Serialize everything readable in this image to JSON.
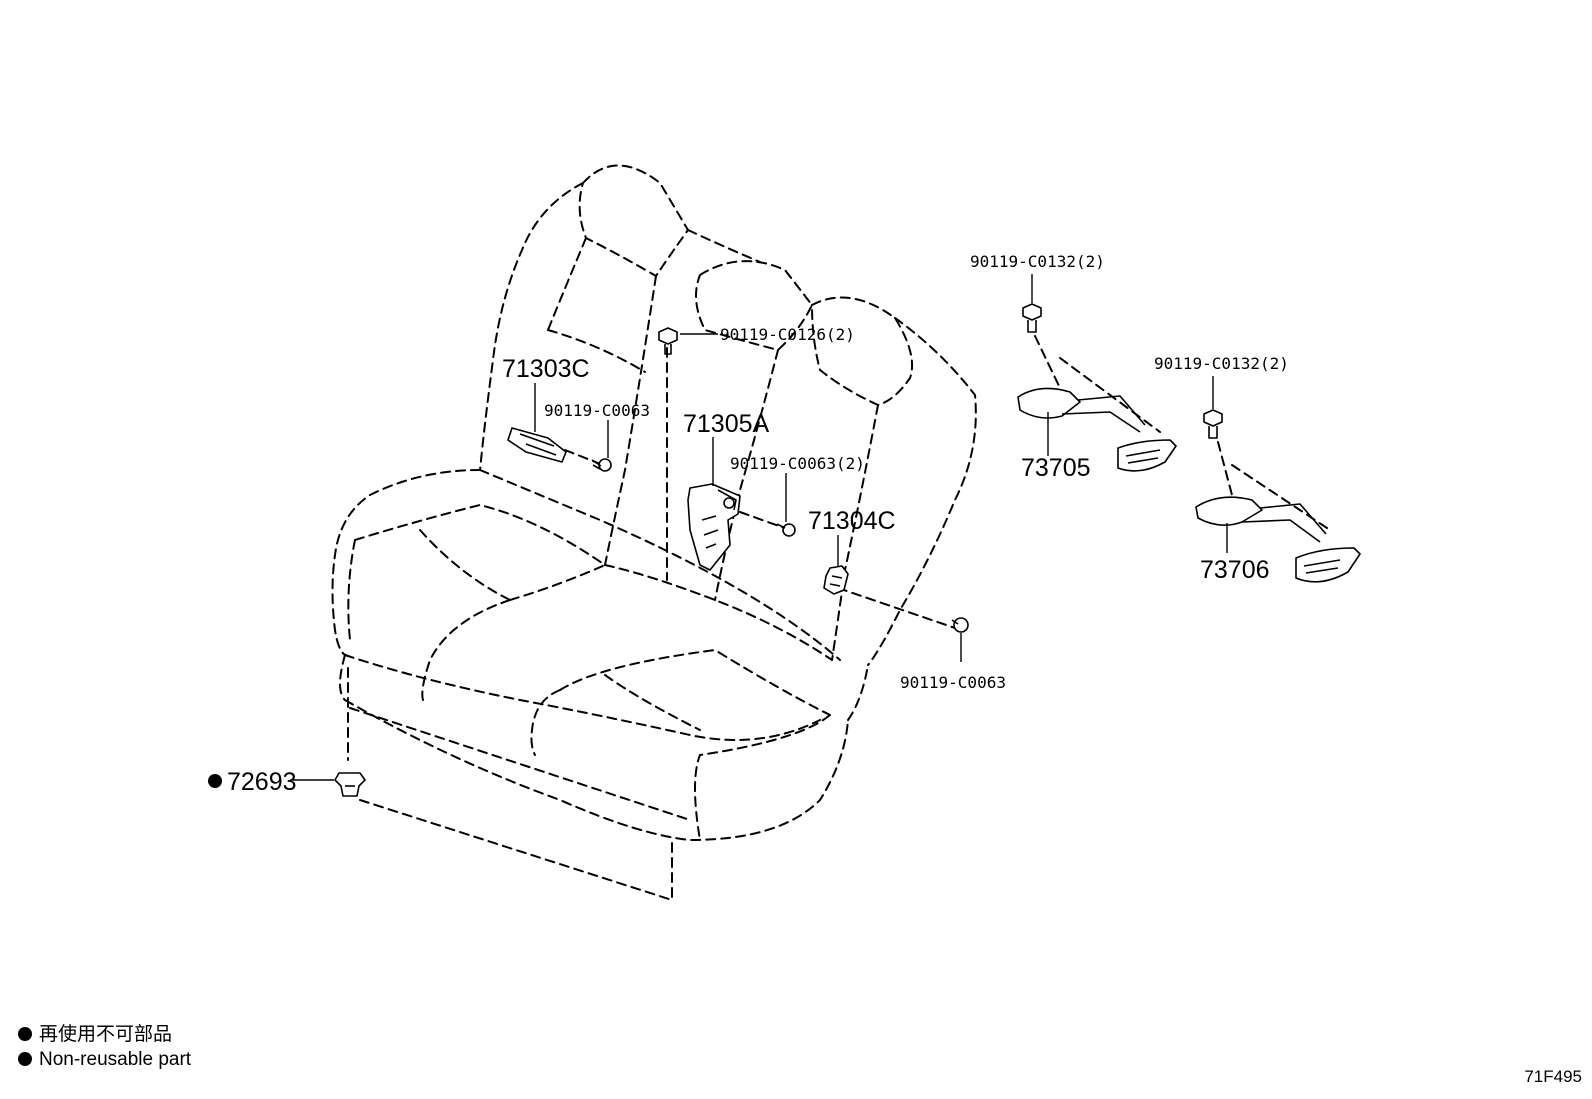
{
  "figure_code": "71F495",
  "callouts": {
    "c71303C": "71303C",
    "c71305A": "71305A",
    "c71304C": "71304C",
    "c73705": "73705",
    "c73706": "73706",
    "c72693": "72693",
    "b0126": "90119-C0126(2)",
    "b0063_left": "90119-C0063",
    "b0063_mid": "90119-C0063(2)",
    "b0063_low": "90119-C0063",
    "b0132_a": "90119-C0132(2)",
    "b0132_b": "90119-C0132(2)"
  },
  "legend": {
    "line_jp": "再使用不可部品",
    "line_en": "Non-reusable part"
  }
}
